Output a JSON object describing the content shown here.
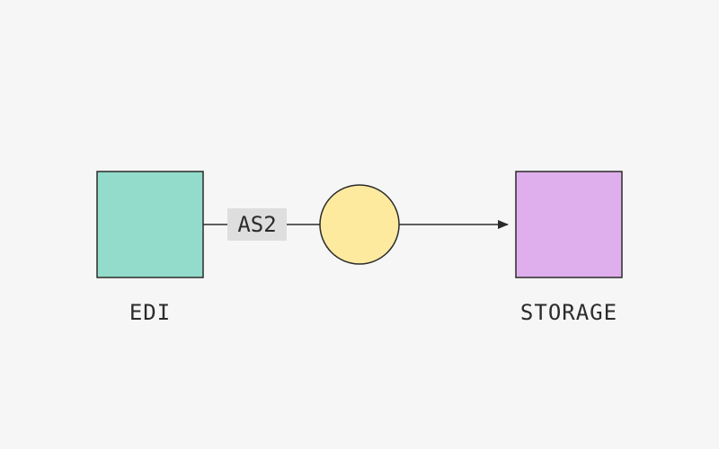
{
  "nodes": {
    "edi": {
      "label": "EDI",
      "color": "#93dccb",
      "shape": "square"
    },
    "hub": {
      "label": "",
      "color": "#fdea9f",
      "shape": "circle"
    },
    "storage": {
      "label": "STORAGE",
      "color": "#dfaeec",
      "shape": "square"
    }
  },
  "edges": [
    {
      "from": "edi",
      "to": "hub",
      "label": "AS2",
      "arrow": false
    },
    {
      "from": "hub",
      "to": "storage",
      "label": "",
      "arrow": true
    }
  ],
  "colors": {
    "background": "#f6f6f6",
    "stroke": "#2b2b2b",
    "edge_label_bg": "#dedede"
  }
}
